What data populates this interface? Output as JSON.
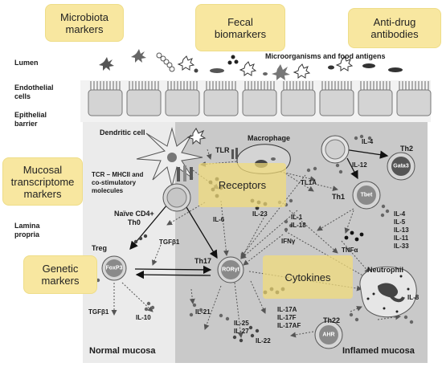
{
  "colors": {
    "marker_box": "#f8e7a0",
    "normal_panel": "#ebebeb",
    "inflamed_panel": "#c9c9c9",
    "cell_fill": "#d6d6d6"
  },
  "markers": {
    "microbiota": "Microbiota\nmarkers",
    "fecal": "Fecal\nbiomarkers",
    "anti_drug": "Anti-drug\nantibodies",
    "mucosal": "Mucosal\ntranscriptome\nmarkers",
    "genetic": "Genetic\nmarkers",
    "receptors": "Receptors",
    "cytokines": "Cytokines"
  },
  "labels": {
    "lumen": "Lumen",
    "microorganisms": "Microorganisms and food antigens",
    "endothelial": "Endothelial\ncells",
    "epithelial": "Epithelial\nbarrier",
    "dendritic": "Dendritic cell",
    "macrophage": "Macrophage",
    "tlr": "TLR",
    "tcr": "TCR – MHCII and\nco-stimulatory\nmolecules",
    "lamina": "Lamina\npropria",
    "naive": "Naïve CD4+\nTh0",
    "treg": "Treg",
    "th17": "Th17",
    "th1": "Th1",
    "th2": "Th2",
    "th22": "Th22",
    "neutrophil": "Neutrophil",
    "normal": "Normal mucosa",
    "inflamed": "Inflamed mucosa"
  },
  "cell_labels": {
    "foxp3": "FoxP3",
    "rorgt": "RORγt",
    "tbet": "Tbet",
    "gata3": "Gata3",
    "ahr": "AHR"
  },
  "cytokines": {
    "tgfb1_a": "TGFβ1",
    "tgfb1_b": "TGFβ1",
    "il10": "IL-10",
    "il6": "IL-6",
    "il23": "IL-23",
    "il1_18": "IL-1\nIL-18",
    "tl1a": "TL1A",
    "il4_top": "IL-4",
    "il12": "IL-12",
    "ifng": "IFNγ",
    "tnfa": "TNFα",
    "th2_list": "IL-4\nIL-5\nIL-13\nIL-11\nIL-33",
    "il21": "IL-21",
    "il25_27": "IL-25\nIL-27",
    "il22": "IL-22",
    "il17": "IL-17A\nIL-17F\nIL-17AF",
    "il8": "IL-8"
  }
}
